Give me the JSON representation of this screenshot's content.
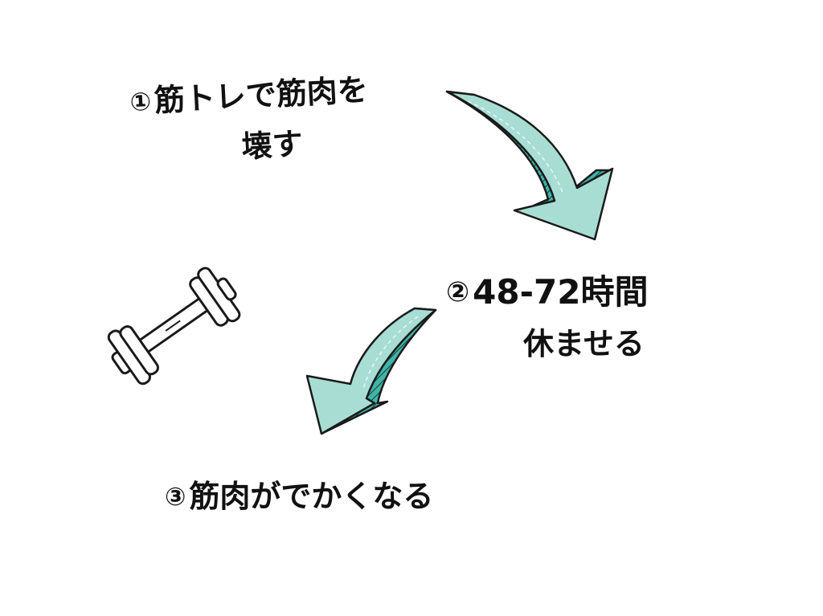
{
  "steps": [
    {
      "num": "①",
      "lines": [
        "筋トレで筋肉を",
        "壊す"
      ]
    },
    {
      "num": "②",
      "lines": [
        "48-72時間",
        "休ませる"
      ]
    },
    {
      "num": "③",
      "lines": [
        "筋肉がでかくなる"
      ]
    }
  ],
  "icons": {
    "arrow_1": "curved-arrow-down-right-icon",
    "arrow_2": "curved-arrow-down-left-icon",
    "dumbbell": "dumbbell-icon"
  },
  "colors": {
    "arrow_fill": "#a8ddd4",
    "arrow_side": "#3fb4a8",
    "outline": "#1a1a1a",
    "text": "#111111",
    "background": "#ffffff"
  }
}
